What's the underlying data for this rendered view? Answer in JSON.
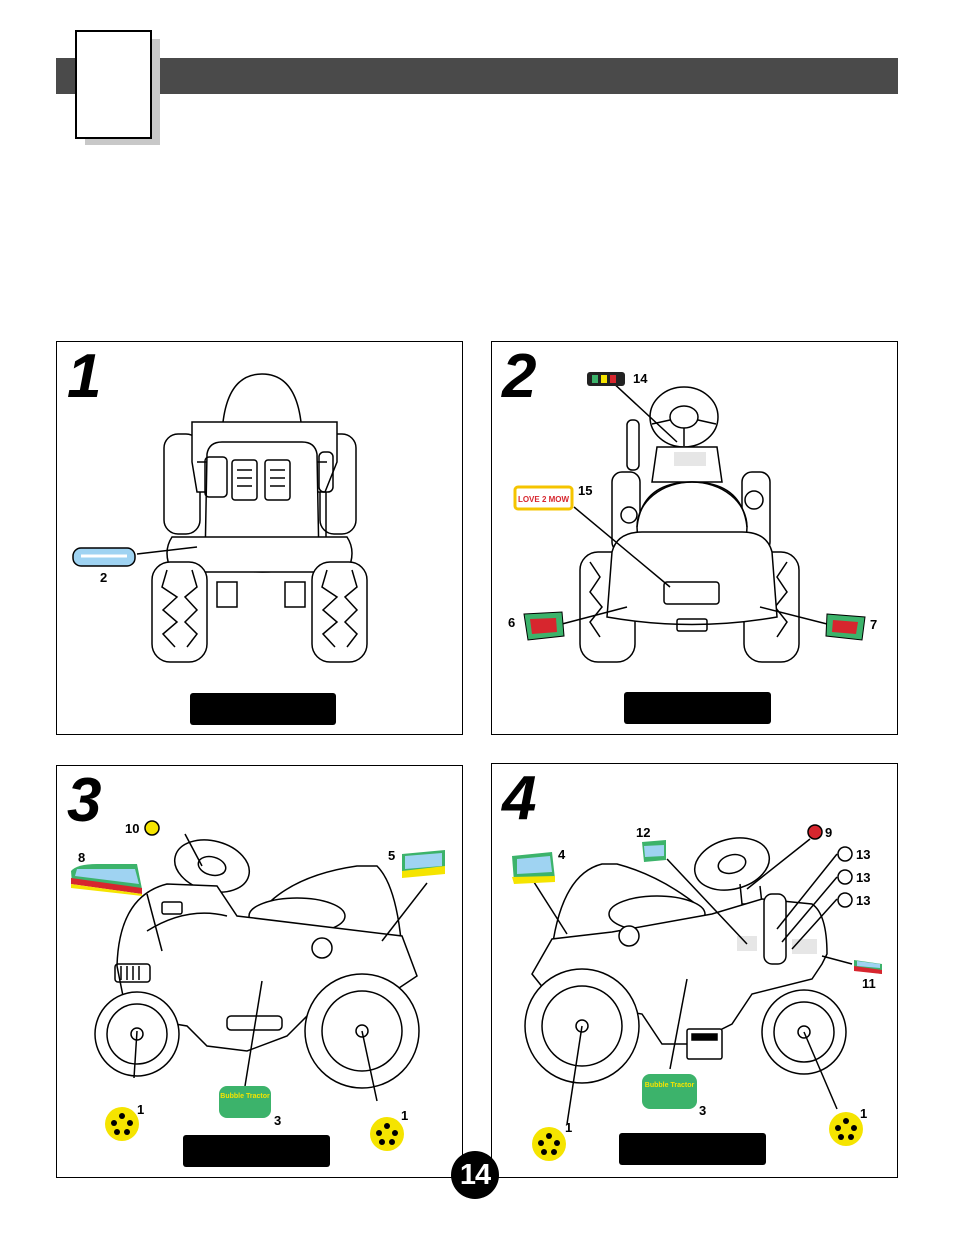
{
  "page_number": "14",
  "steps": [
    {
      "number": "1",
      "labels": [
        "2"
      ]
    },
    {
      "number": "2",
      "labels": [
        "14",
        "15",
        "6",
        "7"
      ],
      "decal_text": "LOVE 2 MOW"
    },
    {
      "number": "3",
      "labels": [
        "10",
        "8",
        "5",
        "1",
        "3",
        "1"
      ],
      "decal_text": "Bubble Tractor"
    },
    {
      "number": "4",
      "labels": [
        "12",
        "9",
        "13",
        "13",
        "13",
        "4",
        "11",
        "1",
        "3",
        "1"
      ],
      "decal_text": "Bubble Tractor"
    }
  ],
  "colors": {
    "header": "#4a4a4a",
    "decal_yellow": "#f5e400",
    "decal_green": "#3cb36b",
    "decal_red": "#d7262e",
    "decal_blue": "#9fd3f2"
  }
}
